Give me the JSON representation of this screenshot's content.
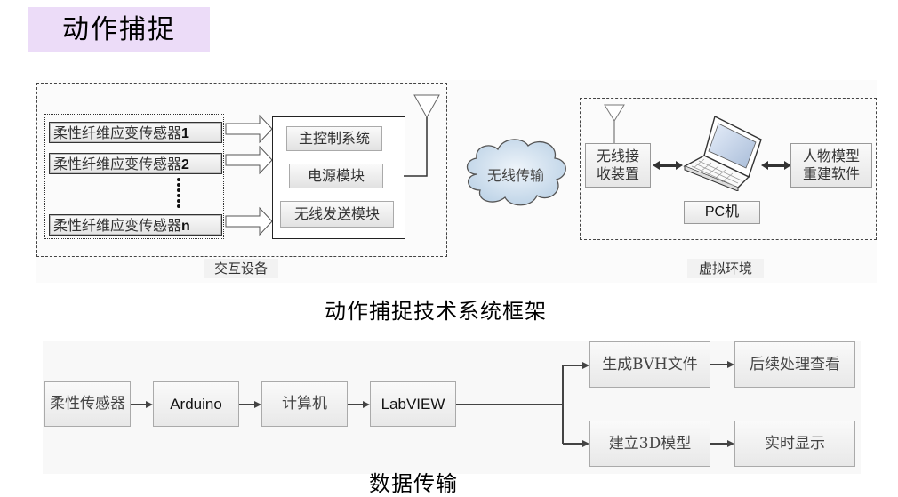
{
  "title": "动作捕捉",
  "framework": {
    "caption": "动作捕捉技术系统框架",
    "interaction_device": {
      "label": "交互设备",
      "sensors": [
        {
          "prefix": "柔性纤维应变传感器",
          "suffix": "1"
        },
        {
          "prefix": "柔性纤维应变传感器",
          "suffix": "2"
        },
        {
          "prefix": "柔性纤维应变传感器",
          "suffix": "n"
        }
      ],
      "controller_modules": [
        "主控制系统",
        "电源模块",
        "无线发送模块"
      ]
    },
    "wireless": "无线传输",
    "virtual_environment": {
      "label": "虚拟环境",
      "receiver": [
        "无线接",
        "收装置"
      ],
      "pc_label": "PC机",
      "software": [
        "人物模型",
        "重建软件"
      ]
    }
  },
  "data_transfer": {
    "caption": "数据传输",
    "chain": [
      "柔性传感器",
      "Arduino",
      "计算机",
      "LabVIEW"
    ],
    "branches": [
      {
        "step": "生成BVH文件",
        "next": "后续处理查看"
      },
      {
        "step": "建立3D模型",
        "next": "实时显示"
      }
    ]
  }
}
